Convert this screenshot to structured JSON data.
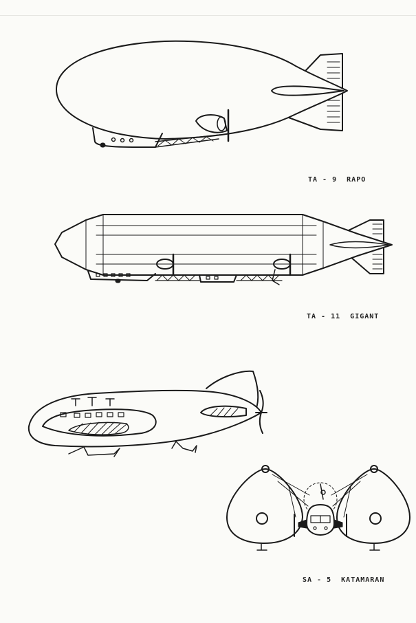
{
  "captions": {
    "ta9": "TA - 9  RAPO",
    "ta11": "TA - 11  GIGANT",
    "sa5": "SA - 5  KATAMARAN"
  },
  "colors": {
    "ink": "#1a1a1a",
    "paper": "#fbfbf8"
  }
}
